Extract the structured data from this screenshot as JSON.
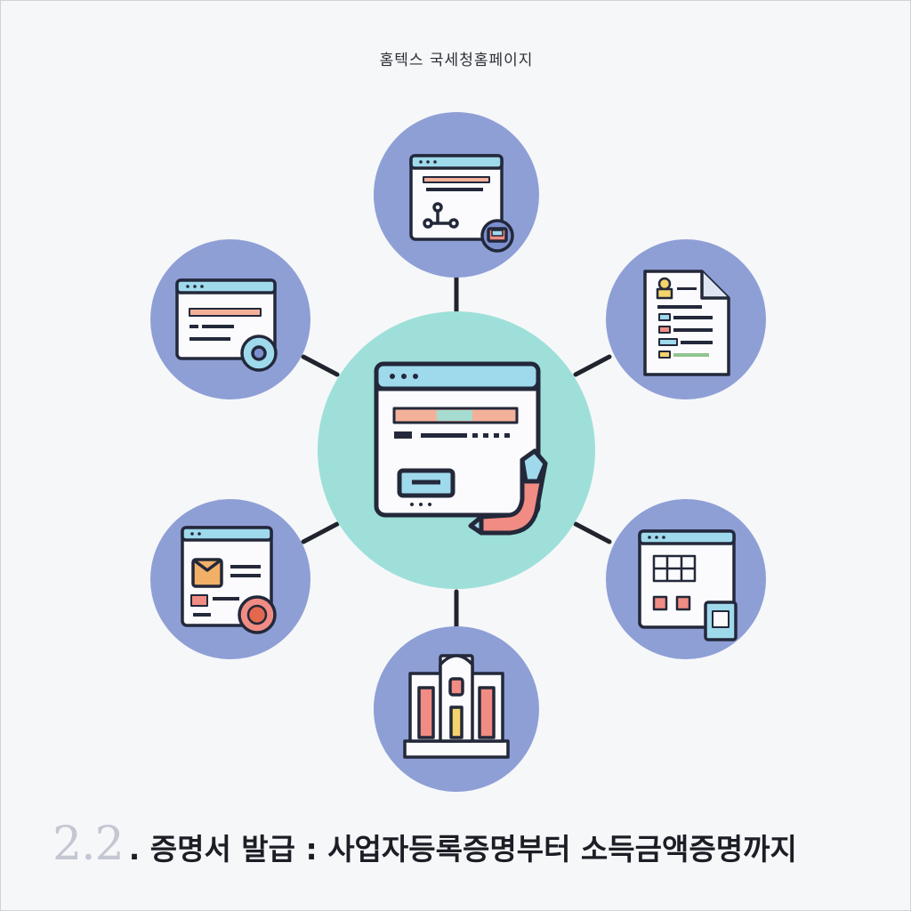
{
  "header": {
    "label": "홈텍스 국세청홈페이지"
  },
  "caption": {
    "number": "2.2",
    "title": ". 증명서 발급 : 사업자등록증명부터 소득금액증명까지"
  },
  "colors": {
    "center_circle": "#9ee0d9",
    "outer_circle": "#8e9fd6",
    "line": "#20242c",
    "window_bar": "#9fd9ec",
    "accent_red": "#f08c83",
    "accent_yellow": "#f3d36b"
  },
  "icons": {
    "center": "browser-window-with-pen-icon",
    "top": "browser-network-icon",
    "top_right": "document-report-icon",
    "bottom_right": "browser-spreadsheet-icon",
    "bottom": "government-building-icon",
    "bottom_left": "browser-certificate-icon",
    "top_left": "browser-settings-icon"
  }
}
